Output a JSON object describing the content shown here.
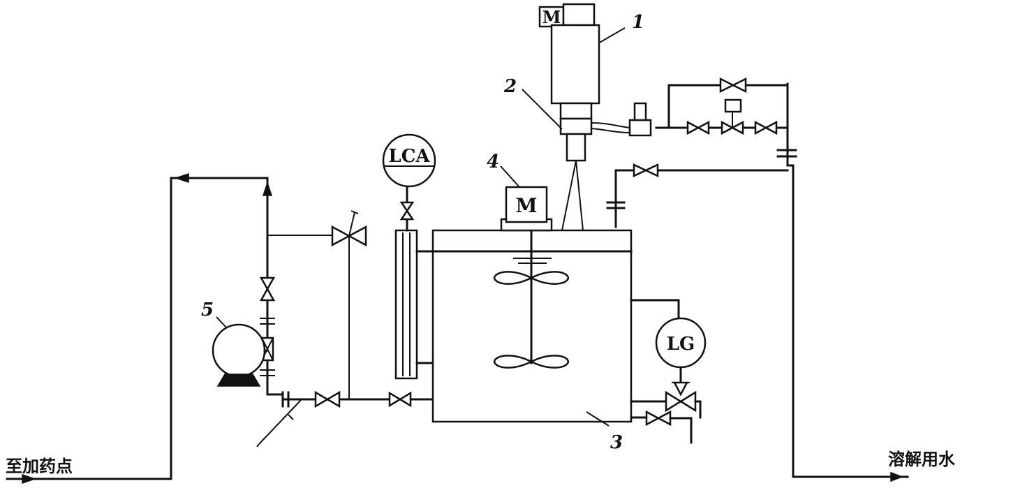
{
  "labels": {
    "motor_symbol": "M",
    "n1": "1",
    "n2": "2",
    "n3": "3",
    "n4": "4",
    "n5": "5",
    "lca": "LCA",
    "lg": "LG",
    "to_dosing_point": "至加药点",
    "dissolving_water": "溶解用水"
  }
}
